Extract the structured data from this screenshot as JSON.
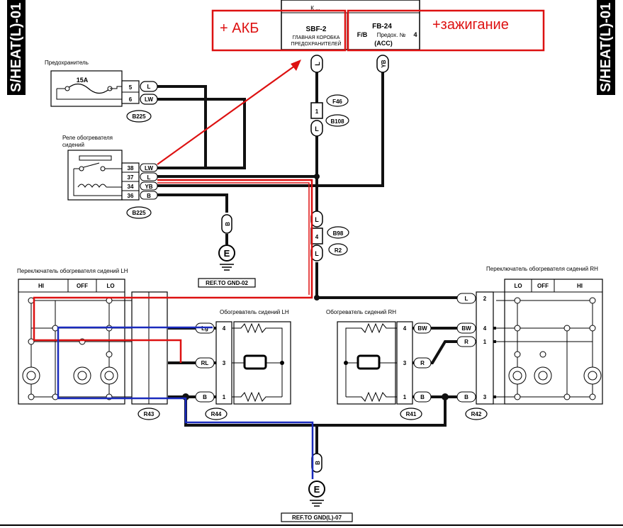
{
  "side_tabs": {
    "left": "S/HEAT(L)-01",
    "right": "S/HEAT(L)-01"
  },
  "annotations": {
    "battery": "+ АКБ",
    "ignition": "+зажигание"
  },
  "top_connector_text": "К ...",
  "main_fuse_box": {
    "id": "SBF-2",
    "line1": "ГЛАВНАЯ КОРОБКА",
    "line2": "ПРЕДОХРАНИТЕЛЕЙ"
  },
  "fuse_block": {
    "id": "FB-24",
    "prefix": "F/B",
    "label": "Предох. №",
    "number": "4",
    "mode": "(ACC)"
  },
  "fuse": {
    "label": "Предохранитель",
    "rating": "15A",
    "connector": "B225",
    "pins": [
      "5",
      "6"
    ],
    "wires": [
      "L",
      "LW"
    ]
  },
  "relay": {
    "label_line1": "Реле обогревателя",
    "label_line2": "сидений",
    "connector": "B225",
    "pins": [
      "38",
      "37",
      "34",
      "36"
    ],
    "wires": [
      "LW",
      "L",
      "YB",
      "B"
    ]
  },
  "relay_ground_wire": "B",
  "ground_symbol": "E",
  "ground_ref_1": "REF.TO GND-02",
  "ground_ref_2": "REF.TO GND(L)-07",
  "ground_wire_2": "B",
  "wires_top": {
    "sbf": "L",
    "fb": "YB"
  },
  "connector_f46": {
    "id": "F46",
    "pin": "1",
    "wire": "L"
  },
  "connector_b108": {
    "id": "B108",
    "wire": "L"
  },
  "connector_b98": {
    "id": "B98",
    "pin": "4",
    "wire": "L"
  },
  "connector_r2": {
    "id": "R2",
    "wire": "L"
  },
  "switch_lh": {
    "label": "Переключатель обогревателя сидений LH",
    "cols": [
      "HI",
      "OFF",
      "LO"
    ],
    "connector": "R43"
  },
  "switch_rh": {
    "label": "Переключатель обогревателя сидений RH",
    "cols": [
      "LO",
      "OFF",
      "HI"
    ],
    "connector": "R42",
    "pins": [
      "2",
      "4",
      "1",
      "3"
    ],
    "wires": [
      "L",
      "BW",
      "R",
      "B"
    ]
  },
  "heater_lh": {
    "label": "Обогреватель сидений LH",
    "connector": "R44",
    "pins": [
      "4",
      "3",
      "1"
    ],
    "wires": [
      "Lg",
      "RL",
      "B"
    ]
  },
  "heater_rh": {
    "label": "Обогреватель сидений RH",
    "connector": "R41",
    "pins": [
      "4",
      "3",
      "1"
    ],
    "wires": [
      "BW",
      "R",
      "B"
    ]
  }
}
